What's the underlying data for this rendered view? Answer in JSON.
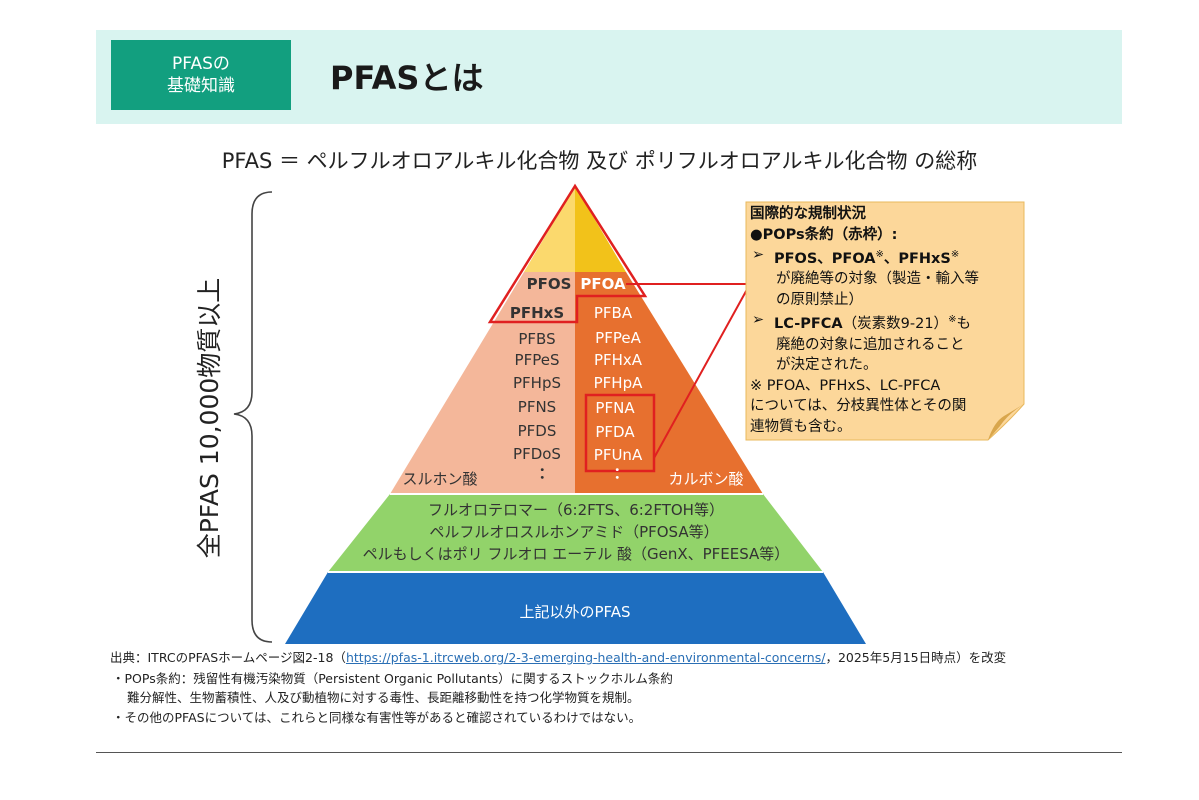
{
  "header": {
    "badge_line1": "PFASの",
    "badge_line2": "基礎知識",
    "title": "PFASとは"
  },
  "formula": "PFAS ＝ ペルフルオロアルキル化合物 及び ポリフルオロアルキル化合物 の総称",
  "side_label": "全PFAS 10,000物質以上",
  "pyramid": {
    "top_left": "PFOS",
    "top_right": "PFOA",
    "sulfonic_items": [
      "PFHxS",
      "PFBS",
      "PFPeS",
      "PFHpS",
      "PFNS",
      "PFDS",
      "PFDoS"
    ],
    "carboxylic_items": [
      "PFBA",
      "PFPeA",
      "PFHxA",
      "PFHpA",
      "PFNA",
      "PFDA",
      "PFUnA"
    ],
    "ellipsis": "：",
    "sulfonic_label": "スルホン酸",
    "carboxylic_label": "カルボン酸",
    "green_lines": [
      "フルオロテロマー（6:2FTS、6:2FTOH等）",
      "ペルフルオロスルホンアミド（PFOSA等）",
      "ペルもしくはポリ フルオロ エーテル 酸（GenX、PFEESA等）"
    ],
    "blue_label": "上記以外のPFAS"
  },
  "note": {
    "title": "国際的な規制状況",
    "subtitle": "●POPs条約（赤枠）:",
    "bullet_marker": "➢",
    "bullet1_bold": "PFOS、PFOA",
    "bullet1_mark1": "※",
    "bullet1_bold2": "、PFHxS",
    "bullet1_mark2": "※",
    "bullet1_rest1": "が廃絶等の対象（製造・輸入等",
    "bullet1_rest2": "の原則禁止）",
    "bullet2_bold": "LC-PFCA",
    "bullet2_mid": "（炭素数9-21）",
    "bullet2_mark": "※",
    "bullet2_tail": "も",
    "bullet2_rest1": "廃絶の対象に追加されること",
    "bullet2_rest2": "が決定された。",
    "footnote1": "※ PFOA、PFHxS、LC-PFCA",
    "footnote2": "については、分枝異性体とその関",
    "footnote3": "連物質も含む。"
  },
  "source": {
    "prefix": "出典：ITRCのPFASホームページ図2-18（",
    "url": "https://pfas-1.itrcweb.org/2-3-emerging-health-and-environmental-concerns/",
    "suffix": "，2025年5月15日時点）を改変"
  },
  "bullets": {
    "b1_head": "・POPs条約：",
    "b1_text": "残留性有機汚染物質（Persistent Organic Pollutants）に関するストックホルム条約",
    "b1_line2": "難分解性、生物蓄積性、人及び動植物に対する毒性、長距離移動性を持つ化学物質を規制。",
    "b2": "・その他のPFASについては、これらと同様な有害性等があると確認されているわけではない。"
  },
  "colors": {
    "header_bg": "#d9f4f0",
    "badge_bg": "#129f7f",
    "top_left": "#fbd96d",
    "top_right": "#f2c21a",
    "sulfonic": "#f4b79a",
    "carboxylic": "#e7702f",
    "green": "#92d36a",
    "blue": "#1e6ec0",
    "note_bg": "#fcd79a",
    "red_frame": "#e02020"
  }
}
